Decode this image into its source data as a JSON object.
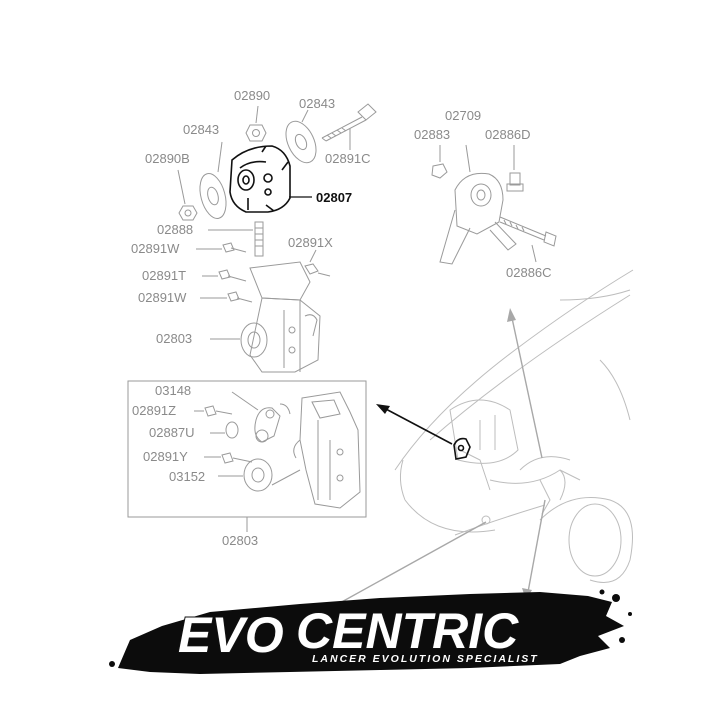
{
  "labels": {
    "p02890": "02890",
    "p02843a": "02843",
    "p02843b": "02843",
    "p02890b": "02890B",
    "p02891c": "02891C",
    "p02807": "02807",
    "p02888": "02888",
    "p02891w_a": "02891W",
    "p02891x": "02891X",
    "p02891t": "02891T",
    "p02891w_b": "02891W",
    "p02803_a": "02803",
    "p02709": "02709",
    "p02883": "02883",
    "p02886d": "02886D",
    "p02886c": "02886C",
    "p03148": "03148",
    "p02891z": "02891Z",
    "p02887u": "02887U",
    "p02891y": "02891Y",
    "p03152": "03152",
    "p02803_b": "02803"
  },
  "brand": {
    "name_evo": "EVO",
    "name_centric": "CENTRIC",
    "tagline": "LANCER EVOLUTION SPECIALIST"
  },
  "colors": {
    "line": "#9a9a9a",
    "highlight": "#111111",
    "background": "#ffffff"
  }
}
